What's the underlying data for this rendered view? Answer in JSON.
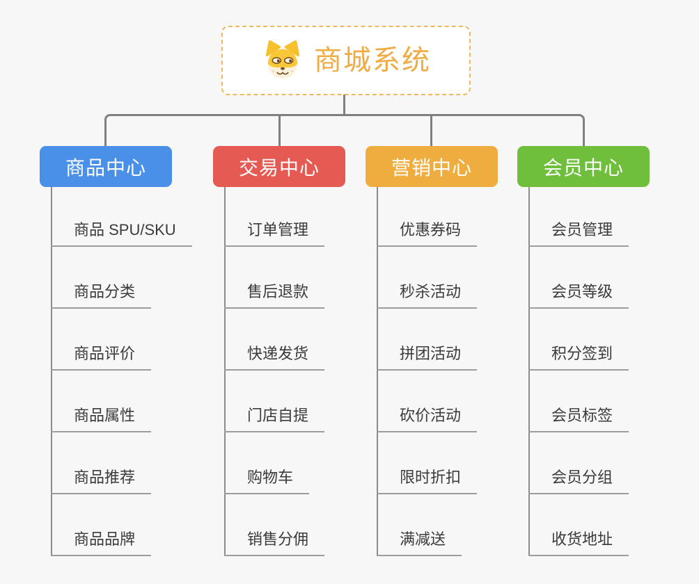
{
  "app": {
    "background_color": "#f7f7f7",
    "connector_color": "#7f7f7f",
    "underline_color": "#9c9c9c"
  },
  "root": {
    "title": "商城系统",
    "icon": "dog-face-icon",
    "text_color": "#f0ac44",
    "border_color": "#f3b65c"
  },
  "branches": [
    {
      "label": "商品中心",
      "color": "#4a90e8",
      "items": [
        "商品 SPU/SKU",
        "商品分类",
        "商品评价",
        "商品属性",
        "商品推荐",
        "商品品牌"
      ]
    },
    {
      "label": "交易中心",
      "color": "#e65a54",
      "items": [
        "订单管理",
        "售后退款",
        "快递发货",
        "门店自提",
        "购物车",
        "销售分佣"
      ]
    },
    {
      "label": "营销中心",
      "color": "#eead3e",
      "items": [
        "优惠券码",
        "秒杀活动",
        "拼团活动",
        "砍价活动",
        "限时折扣",
        "满减送"
      ]
    },
    {
      "label": "会员中心",
      "color": "#6fbf3c",
      "items": [
        "会员管理",
        "会员等级",
        "积分签到",
        "会员标签",
        "会员分组",
        "收货地址"
      ]
    }
  ]
}
